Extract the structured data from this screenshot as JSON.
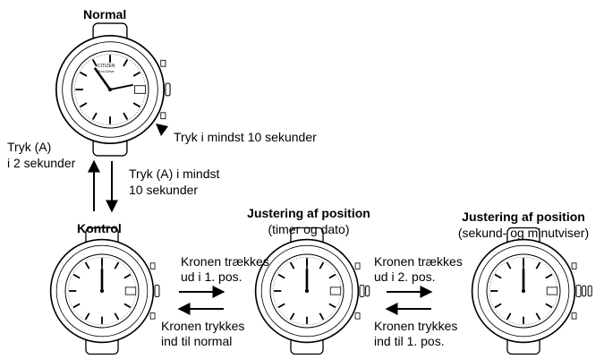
{
  "titles": {
    "normal": "Normal",
    "kontrol": "Kontrol",
    "justering1": "Justering af position",
    "justering1_sub": "(timer og dato)",
    "justering2": "Justering af position",
    "justering2_sub": "(sekund- og minutviser)"
  },
  "labels": {
    "tryk_10s": "Tryk i mindst 10 sekunder",
    "tryk_a_2s_l1": "Tryk (A)",
    "tryk_a_2s_l2": "i 2 sekunder",
    "tryk_a_10s_l1": "Tryk (A) i mindst",
    "tryk_a_10s_l2": "10 sekunder",
    "pull1_l1": "Kronen trækkes",
    "pull1_l2": "ud i 1. pos.",
    "push_normal_l1": "Kronen trykkes",
    "push_normal_l2": "ind til normal",
    "pull2_l1": "Kronen trækkes",
    "pull2_l2": "ud i 2. pos.",
    "push1_l1": "Kronen trykkes",
    "push1_l2": "ind til 1. pos."
  },
  "watch": {
    "brand": "CITIZEN",
    "sub": "Eco-Drive"
  }
}
